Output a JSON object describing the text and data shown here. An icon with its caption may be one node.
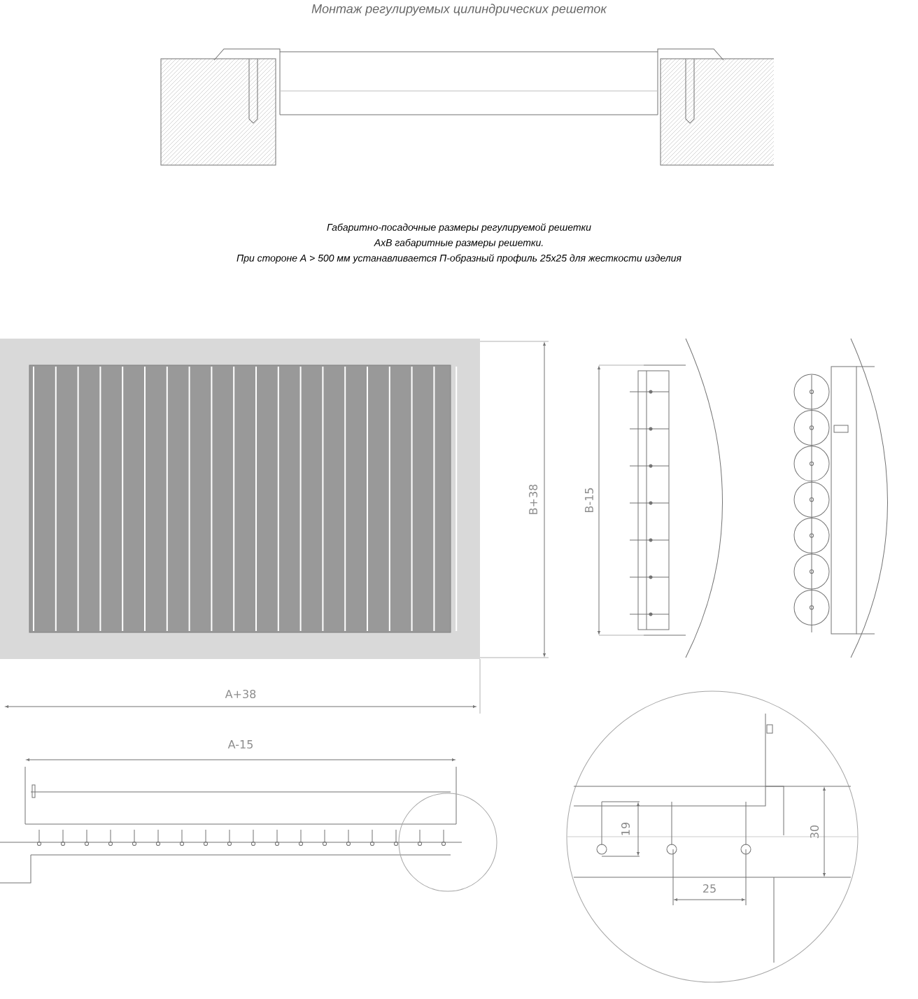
{
  "diagram": {
    "title": "Монтаж регулируемых цилиндрических решеток",
    "labels": [
      "Габаритно-посадочные размеры регулируемой решетки",
      "АxB габаритные размеры решетки.",
      "При стороне A > 500 мм устанавливается П-образный профиль 25x25 для жесткости изделия",
      "B+38",
      "B-15",
      "A+38",
      "A-15",
      "19",
      "30",
      "25"
    ]
  }
}
